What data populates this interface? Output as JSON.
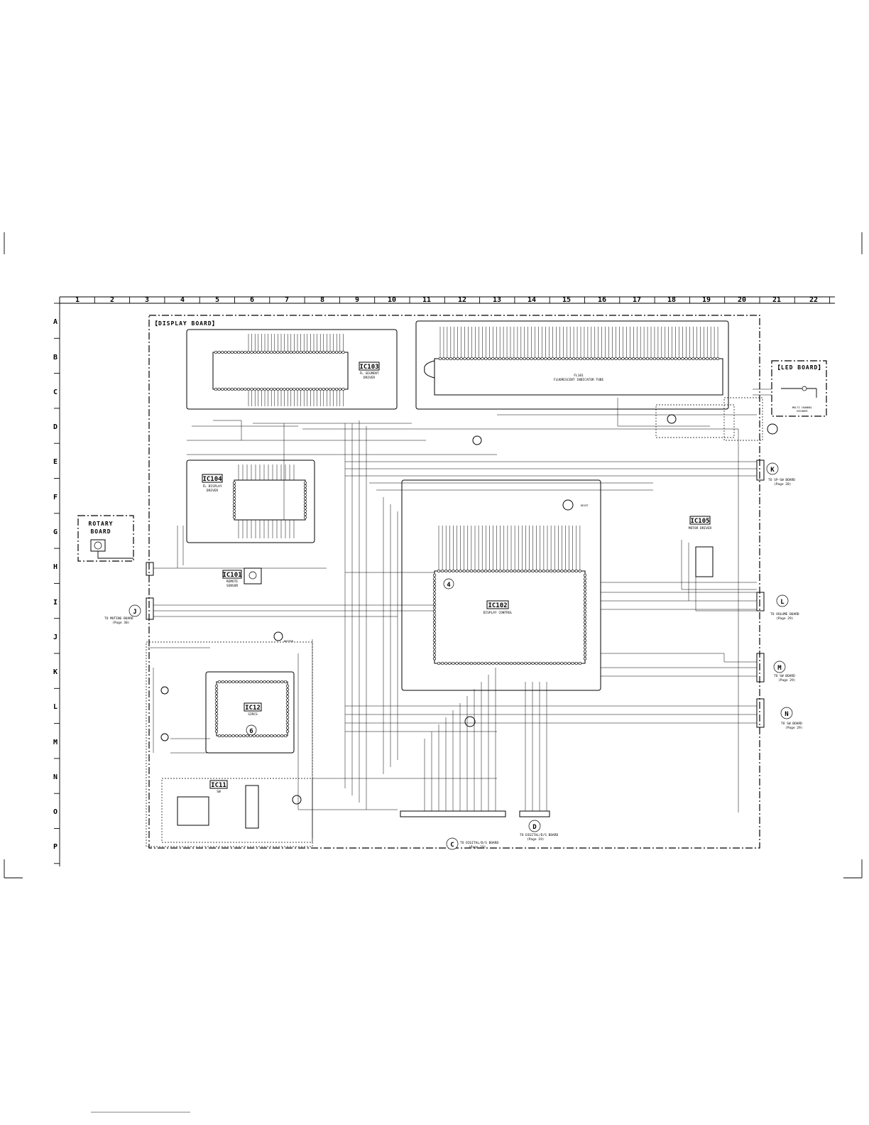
{
  "grid": {
    "columns": [
      "1",
      "2",
      "3",
      "4",
      "5",
      "6",
      "7",
      "8",
      "9",
      "10",
      "11",
      "12",
      "13",
      "14",
      "15",
      "16",
      "17",
      "18",
      "19",
      "20",
      "21",
      "22"
    ],
    "rows": [
      "A",
      "B",
      "C",
      "D",
      "E",
      "F",
      "G",
      "H",
      "I",
      "J",
      "K",
      "L",
      "M",
      "N",
      "O",
      "P"
    ]
  },
  "boards": {
    "display": "【DISPLAY BOARD】",
    "led": "【LED BOARD】",
    "rotary_line1": "ROTARY",
    "rotary_line2": "BOARD"
  },
  "ics": {
    "ic103": {
      "name": "IC103",
      "desc1": "FL SEGMENT",
      "desc2": "DRIVER"
    },
    "ic104": {
      "name": "IC104",
      "desc1": "FL DISPLAY",
      "desc2": "DRIVER"
    },
    "ic101": {
      "name": "IC101",
      "desc1": "REMOTE",
      "desc2": "SENSOR"
    },
    "ic102": {
      "name": "IC102",
      "desc1": "DISPLAY CONTROL"
    },
    "ic105": {
      "name": "IC105",
      "desc1": "MOTOR DRIVER"
    },
    "ic12": {
      "name": "IC12",
      "desc1": "SIRCS",
      "badge": "6"
    },
    "ic11": {
      "name": "IC11",
      "desc1": "SW"
    },
    "ic102_badge": "4"
  },
  "parts": {
    "fl101": "FL101",
    "fl101_desc": "FLUORESCENT INDICATOR TUBE",
    "multi_channel": "MULTI CHANNEL",
    "decoder": "DECODER",
    "reset": "RESET",
    "buffer": "BUFFER"
  },
  "connectors": {
    "J": {
      "letter": "J",
      "note1": "TO MUTING BOARD",
      "note2": "(Page 30)"
    },
    "K": {
      "letter": "K",
      "note1": "TO SP-SW BOARD",
      "note2": "(Page 28)"
    },
    "L": {
      "letter": "L",
      "note1": "TO VOLUME BOARD",
      "note2": "(Page 29)"
    },
    "M": {
      "letter": "M",
      "note1": "TO SW BOARD",
      "note2": "(Page 29)"
    },
    "N": {
      "letter": "N",
      "note1": "TO SW BOARD",
      "note2": "(Page 29)"
    },
    "C": {
      "letter": "C",
      "note1": "TO DIGITAL/D/S BOARD",
      "note2": "(Page 19)"
    },
    "D": {
      "letter": "D",
      "note1": "TO DIGITAL/D/S BOARD",
      "note2": "(Page 19)"
    }
  }
}
